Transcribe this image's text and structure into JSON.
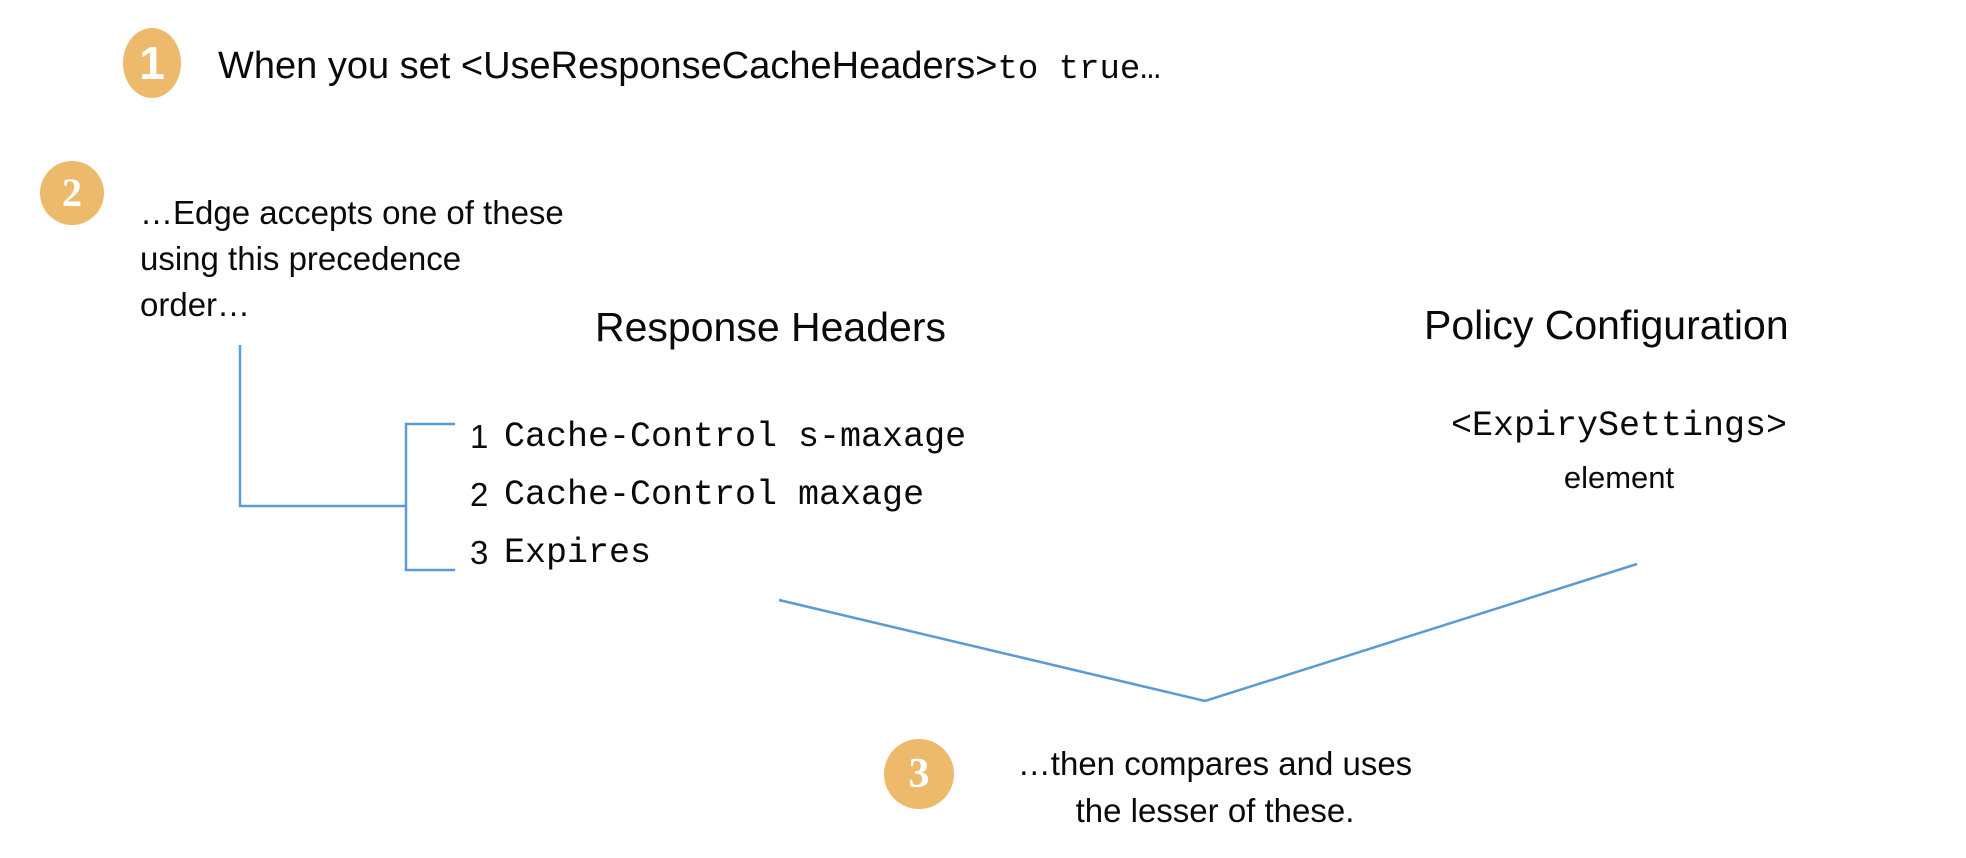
{
  "theme": {
    "background": "#ffffff",
    "badge_fill": "#edb96a",
    "badge_text": "#ffffff",
    "text": "#0a0a0a",
    "connector": "#5b9bd5"
  },
  "steps": [
    {
      "number": "1",
      "text_sans_1": "When you set <UseResponseCacheHeaders>",
      "text_mono": " to true…"
    },
    {
      "number": "2",
      "lines": [
        "…Edge accepts one of these",
        "using this precedence",
        "order…"
      ]
    },
    {
      "number": "3",
      "lines": [
        "…then compares and uses",
        "the lesser of these."
      ]
    }
  ],
  "columns": {
    "response_headers": {
      "heading": "Response Headers",
      "items": [
        {
          "index": "1",
          "label": "Cache-Control s-maxage"
        },
        {
          "index": "2",
          "label": "Cache-Control maxage"
        },
        {
          "index": "3",
          "label": "Expires"
        }
      ]
    },
    "policy_configuration": {
      "heading": "Policy Configuration",
      "element_name": "<ExpirySettings>",
      "element_kind": "element"
    }
  }
}
